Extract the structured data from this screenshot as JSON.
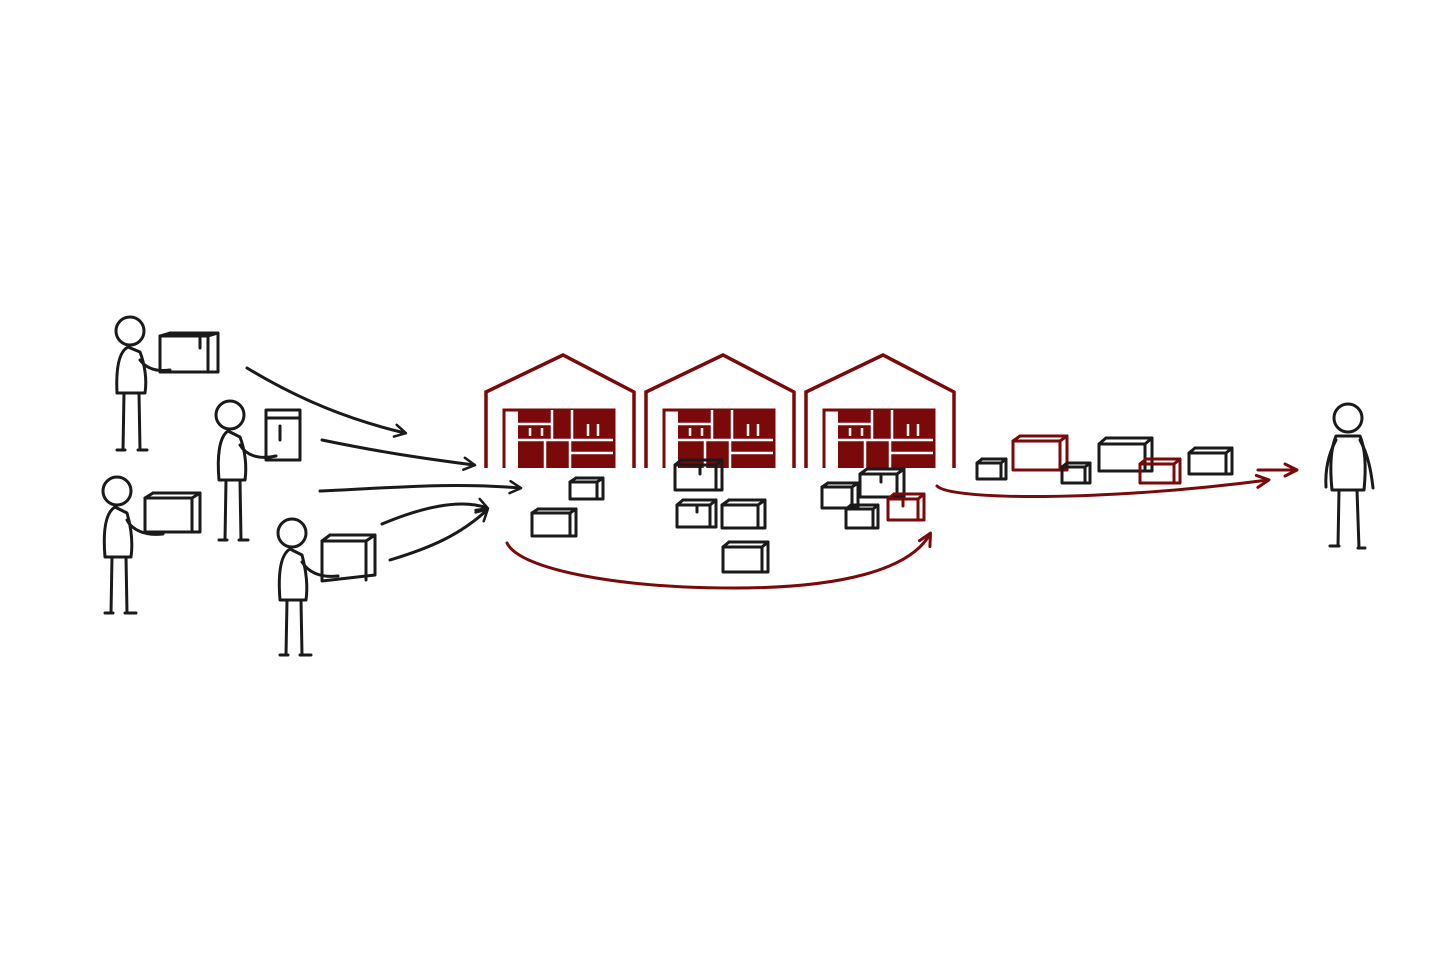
{
  "colors": {
    "ink": "#1a1a1a",
    "accent": "#7a0a0a",
    "background": "#ffffff"
  },
  "scene": {
    "senders": 4,
    "warehouses": 3,
    "recipients": 1,
    "flows": [
      "senders-to-warehouses",
      "warehouse-to-warehouse",
      "warehouses-to-recipient"
    ]
  }
}
